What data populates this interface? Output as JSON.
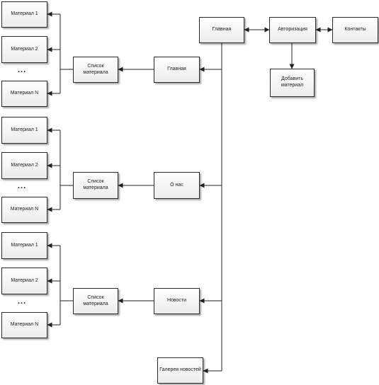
{
  "nodes": {
    "home_top": "Главная",
    "auth": "Авторизация",
    "contacts": "Контакты",
    "add_material": "Добавить материал",
    "home_section": "Главная",
    "about_section": "О нас",
    "news_section": "Новости",
    "news_gallery": "Галерея новостей"
  },
  "groups": [
    {
      "list_label": "Список материала",
      "materials": [
        "Материал 1",
        "Материал 2",
        "Материал N"
      ],
      "ellipsis": "..."
    },
    {
      "list_label": "Список материала",
      "materials": [
        "Материал 1",
        "Материал 2",
        "Материал N"
      ],
      "ellipsis": "..."
    },
    {
      "list_label": "Список материала",
      "materials": [
        "Материал 1",
        "Материал 2",
        "Материал N"
      ],
      "ellipsis": "..."
    }
  ]
}
